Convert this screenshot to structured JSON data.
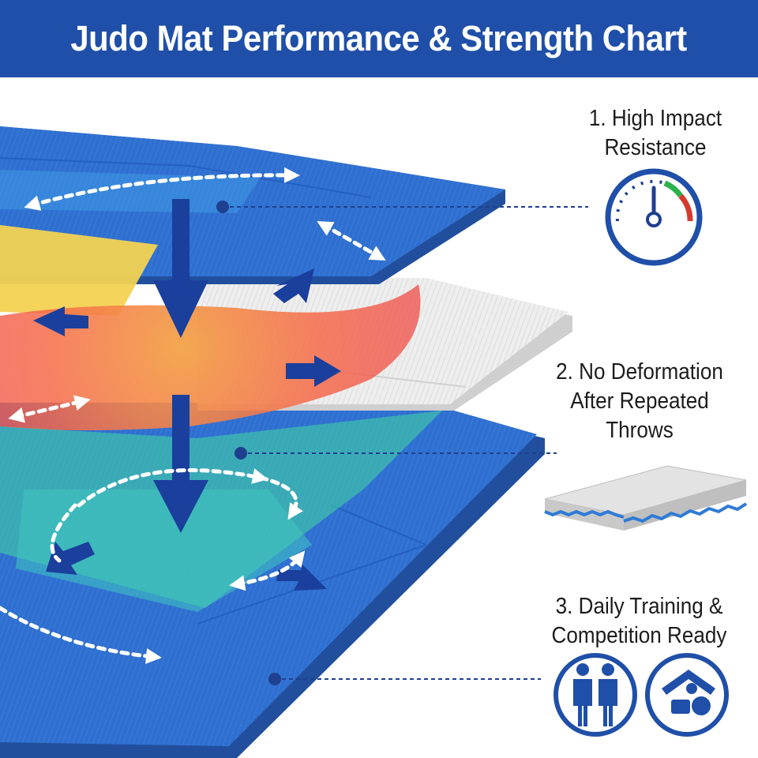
{
  "title": "Judo Mat Performance & Strength Chart",
  "features": [
    {
      "number": "1.",
      "lines": [
        "1. High Impact",
        "Resistance"
      ],
      "icon": "gauge-icon"
    },
    {
      "number": "2.",
      "lines": [
        "2. No Deformation",
        "After Repeated",
        "Throws"
      ],
      "icon": "mat-cross-section-icon"
    },
    {
      "number": "3.",
      "lines": [
        "3. Daily Training &",
        "Competition Ready"
      ],
      "icons": [
        "training-partners-icon",
        "competition-throw-icon"
      ]
    }
  ],
  "colors": {
    "header": "#1f4fa8",
    "mat_blue": "#2f6fd0",
    "mat_white": "#ececec",
    "arrow": "#1a3f9c",
    "zone_red": "#f04a4a",
    "zone_yellow": "#f3d252",
    "zone_green": "#43d8a0",
    "gauge_green": "#2bb24c",
    "gauge_red": "#d43a2f"
  }
}
